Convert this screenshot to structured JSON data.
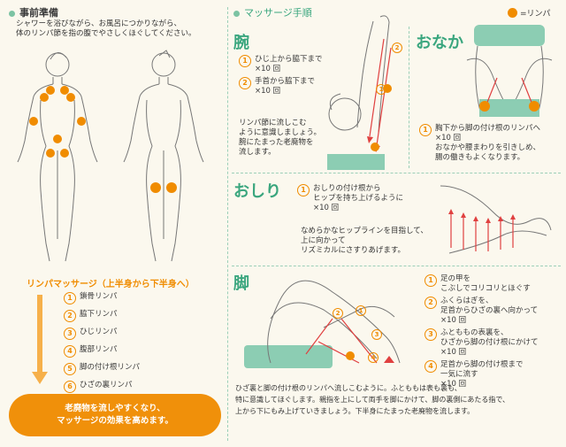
{
  "prep": {
    "title": "事前準備",
    "desc": "シャワーを浴びながら、お風呂につかりながら、\n体のリンパ節を指の腹でやさしくほぐしてください。"
  },
  "lymph_massage": {
    "title": "リンパマッサージ（上半身から下半身へ）",
    "items": [
      {
        "num": "1",
        "label": "鎖骨リンパ"
      },
      {
        "num": "2",
        "label": "脇下リンパ"
      },
      {
        "num": "3",
        "label": "ひじリンパ"
      },
      {
        "num": "4",
        "label": "腹部リンパ"
      },
      {
        "num": "5",
        "label": "脚の付け根リンパ"
      },
      {
        "num": "6",
        "label": "ひざの裏リンパ"
      }
    ],
    "callout": "老廃物を流しやすくなり、\nマッサージの効果を高めます。"
  },
  "procedure": {
    "title": "マッサージ手順"
  },
  "legend": {
    "label": "=リンパ"
  },
  "arm": {
    "title": "腕",
    "steps": [
      {
        "num": "1",
        "text": "ひじ上から脇下まで\n×10 回"
      },
      {
        "num": "2",
        "text": "手首から脇下まで\n×10 回"
      }
    ],
    "note": "リンパ節に流しこむ\nように意識しましょう。\n腕にたまった老廃物を\n流します。",
    "mark1": "1",
    "mark2": "2"
  },
  "stomach": {
    "title": "おなか",
    "steps": [
      {
        "num": "1",
        "text": "胸下から脚の付け根のリンパへ\n×10 回\nおなかや腰まわりを引きしめ、\n腸の働きもよくなります。"
      }
    ]
  },
  "hip": {
    "title": "おしり",
    "steps": [
      {
        "num": "1",
        "text": "おしりの付け根から\nヒップを持ち上げるように\n×10 回"
      }
    ],
    "note": "なめらかなヒップラインを目指して、\n上に向かって\nリズミカルにさすりあげます。"
  },
  "leg": {
    "title": "脚",
    "steps": [
      {
        "num": "1",
        "text": "足の甲を\nこぶしでコリコリとほぐす"
      },
      {
        "num": "2",
        "text": "ふくらはぎを、\n足首からひざの裏へ向かって\n×10 回"
      },
      {
        "num": "3",
        "text": "ふとももの表裏を、\nひざから脚の付け根にかけて\n×10 回"
      },
      {
        "num": "4",
        "text": "足首から脚の付け根まで\n一気に流す\n×10 回"
      }
    ],
    "note": "ひざ裏と脚の付け根のリンパへ流しこむように。ふとももは表も裏も、\n特に意識してほぐします。親指を上にして両手を脚にかけて、脚の裏側にあたる指で、\n上から下にもみ上げていきましょう。下半身にたまった老廃物を流します。",
    "marks": [
      "1",
      "2",
      "3",
      "4"
    ]
  }
}
